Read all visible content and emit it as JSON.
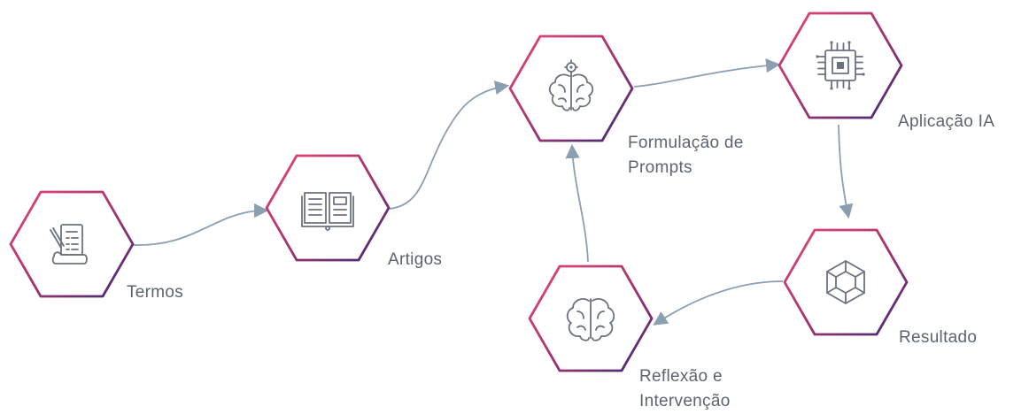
{
  "colors": {
    "hex_gradient_start": "#e8457a",
    "hex_gradient_end": "#3b2a78",
    "connector": "#8aa0b0",
    "icon": "#6b7280",
    "label": "#5c6470"
  },
  "nodes": [
    {
      "id": "termos",
      "icon": "document-checklist-icon",
      "label_lines": [
        "Termos"
      ]
    },
    {
      "id": "artigos",
      "icon": "open-book-icon",
      "label_lines": [
        "Artigos"
      ]
    },
    {
      "id": "formulacao",
      "icon": "brain-gear-icon",
      "label_lines": [
        "Formulação de",
        "Prompts"
      ]
    },
    {
      "id": "aplicacao",
      "icon": "cpu-chip-icon",
      "label_lines": [
        "Aplicação IA"
      ]
    },
    {
      "id": "resultado",
      "icon": "cube-icon",
      "label_lines": [
        "Resultado"
      ]
    },
    {
      "id": "reflexao",
      "icon": "brain-icon",
      "label_lines": [
        "Reflexão e",
        "Intervenção"
      ]
    }
  ],
  "edges": [
    {
      "from": "termos",
      "to": "artigos"
    },
    {
      "from": "artigos",
      "to": "formulacao"
    },
    {
      "from": "formulacao",
      "to": "aplicacao"
    },
    {
      "from": "aplicacao",
      "to": "resultado"
    },
    {
      "from": "resultado",
      "to": "reflexao"
    },
    {
      "from": "reflexao",
      "to": "formulacao"
    }
  ]
}
